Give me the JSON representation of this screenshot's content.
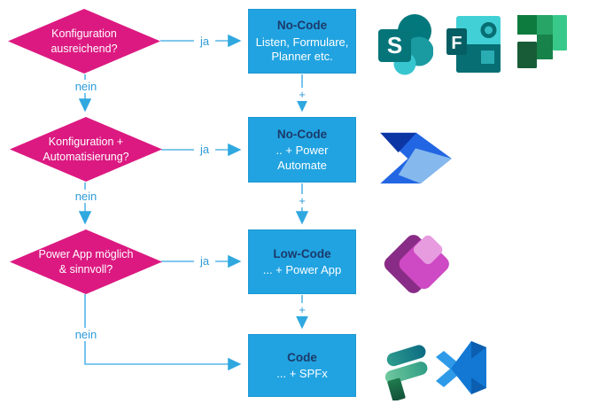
{
  "labels": {
    "yes": "ja",
    "no": "nein",
    "plus": "+"
  },
  "decisions": [
    {
      "line1": "Konfiguration",
      "line2": "ausreichend?"
    },
    {
      "line1": "Konfiguration +",
      "line2": "Automatisierung?"
    },
    {
      "line1": "Power App möglich",
      "line2": "& sinnvoll?"
    }
  ],
  "processes": [
    {
      "title": "No-Code",
      "body": "Listen, Formulare, Planner etc."
    },
    {
      "title": "No-Code",
      "body": ".. + Power Automate"
    },
    {
      "title": "Low-Code",
      "body": "... + Power App"
    },
    {
      "title": "Code",
      "body": "... + SPFx"
    }
  ],
  "icons": {
    "sharepoint": {
      "name": "sharepoint-icon",
      "letter": "S"
    },
    "forms": {
      "name": "forms-icon",
      "letter": "F"
    },
    "planner": {
      "name": "planner-icon"
    },
    "power_automate": {
      "name": "power-automate-icon"
    },
    "power_apps": {
      "name": "power-apps-icon"
    },
    "spfx": {
      "name": "spfx-icon"
    },
    "vscode": {
      "name": "vscode-icon"
    }
  },
  "colors": {
    "decision_fill": "#DC1981",
    "process_fill": "#21A3E1",
    "process_title": "#1B3A6B",
    "connector": "#55B6E8",
    "arrowhead": "#2FA8E0",
    "label_text": "#2E9BD9"
  }
}
